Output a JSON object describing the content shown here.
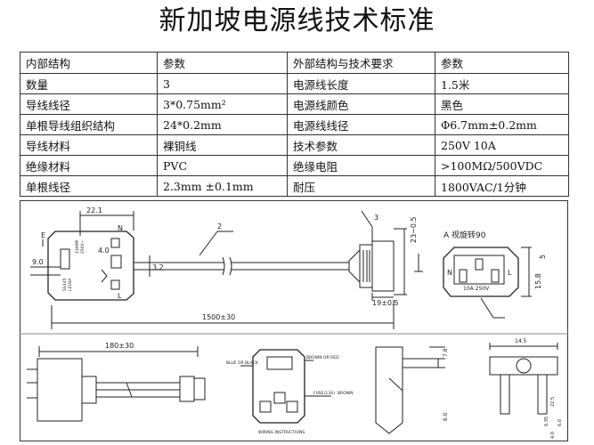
{
  "document": {
    "title": "新加坡电源线技术标准",
    "table": {
      "headers": [
        "内部结构",
        "参数",
        "外部结构与技术要求",
        "参数"
      ],
      "rows": [
        [
          "数量",
          "3",
          "电源线长度",
          "1.5米"
        ],
        [
          "导线线径",
          "3*0.75mm²",
          "电源线颜色",
          "黑色"
        ],
        [
          "单根导线组织结构",
          "24*0.2mm",
          "电源线线径",
          "Φ6.7mm±0.2mm"
        ],
        [
          "导线材料",
          "裸铜线",
          "技术参数",
          "250V 10A"
        ],
        [
          "绝缘材料",
          "PVC",
          "绝缘电阻",
          ">100MΩ/500VDC"
        ],
        [
          "单根线径",
          "2.3mm ±0.1mm",
          "耐压",
          "1800VAC/1分钟"
        ]
      ]
    }
  },
  "drawing": {
    "dim_22_1": "22.1",
    "dim_4_0": "4.0",
    "dim_9_0": "9.0",
    "dim_3_2": "3.2",
    "dim_total_length": "1500±30",
    "callout_2": "2",
    "callout_3": "3",
    "dim_23": "23−0.5",
    "dim_19": "19±0.5",
    "connector_label": "A 视旋转90",
    "dim_15_8": "15.8",
    "dim_5": "5",
    "rating_label": "10A 250V",
    "pin_n": "N",
    "pin_e": "E",
    "pin_l": "L",
    "plug_text_1": "13AMP",
    "plug_text_2": "250V~",
    "plug_text_3": "SS145",
    "plug_text_4": "LE16A",
    "dim_180": "180±30",
    "wire_blue_black": "BLUE OR BLACK",
    "wire_brown_red": "BROWN OR RED",
    "fuse_label": "FUSE(13A)",
    "wire_brown": "BROWN",
    "wiring_instructions": "WIRING INSTRUCTIONS",
    "dim_7_8": "7.8",
    "dim_6_0": "6.0",
    "dim_14_5": "14.5",
    "dim_22_5": "22.5",
    "dim_6_35": "6.35",
    "dim_6_0b": "6.0",
    "dim_4_0b": "4.0"
  }
}
